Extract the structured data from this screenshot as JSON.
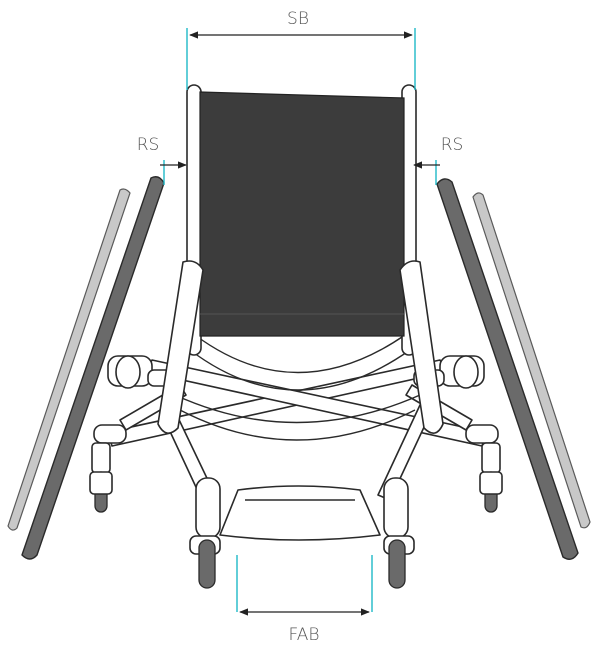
{
  "labels": {
    "seat_back_width": "SB",
    "rim_spacing_left": "RS",
    "rim_spacing_right": "RS",
    "front_axle_width": "FAB"
  },
  "colors": {
    "dimension_guide": "#1fb8c8",
    "backrest": "#3c3c3c",
    "push_rim_dark": "#6a6a6a",
    "push_rim_light": "#c8c8c8",
    "outline": "#2a2a2a"
  }
}
